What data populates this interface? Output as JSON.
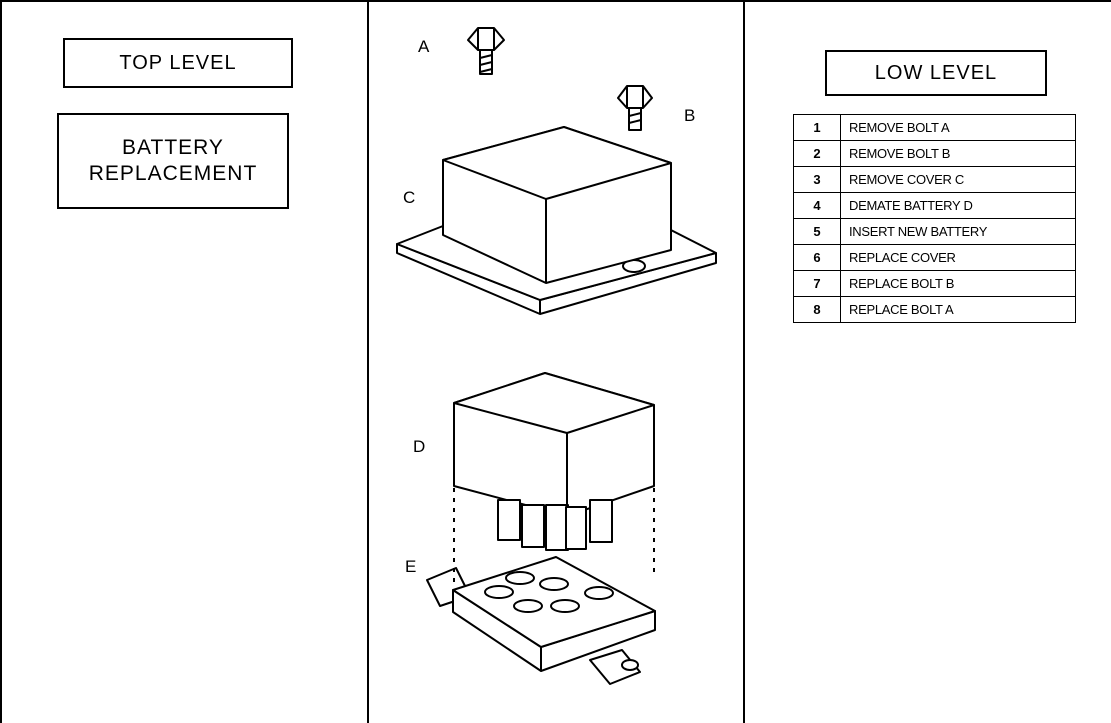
{
  "left_panel": {
    "header": "TOP LEVEL",
    "task": "BATTERY\nREPLACEMENT"
  },
  "middle_panel": {
    "labels": {
      "a": "A",
      "b": "B",
      "c": "C",
      "d": "D",
      "e": "E"
    }
  },
  "right_panel": {
    "header": "LOW LEVEL",
    "steps": [
      {
        "num": "1",
        "text": "REMOVE BOLT A"
      },
      {
        "num": "2",
        "text": "REMOVE BOLT B"
      },
      {
        "num": "3",
        "text": "REMOVE COVER C"
      },
      {
        "num": "4",
        "text": "DEMATE BATTERY D"
      },
      {
        "num": "5",
        "text": "INSERT NEW BATTERY"
      },
      {
        "num": "6",
        "text": "REPLACE COVER"
      },
      {
        "num": "7",
        "text": "REPLACE BOLT B"
      },
      {
        "num": "8",
        "text": "REPLACE BOLT A"
      }
    ]
  }
}
